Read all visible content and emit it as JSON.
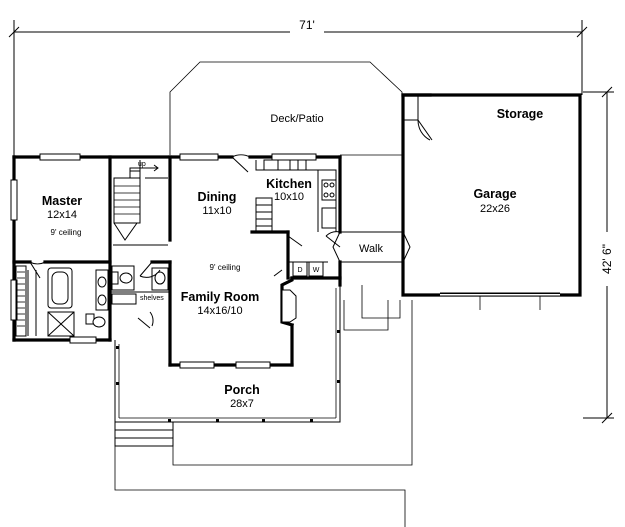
{
  "dimensions": {
    "width": "71'",
    "depth": "42' 6\""
  },
  "rooms": {
    "deck": {
      "name": "Deck/Patio"
    },
    "storage": {
      "name": "Storage"
    },
    "garage": {
      "name": "Garage",
      "size": "22x26"
    },
    "master": {
      "name": "Master",
      "size": "12x14",
      "note": "9' ceiling"
    },
    "dining": {
      "name": "Dining",
      "size": "11x10"
    },
    "kitchen": {
      "name": "Kitchen",
      "size": "10x10"
    },
    "walk": {
      "name": "Walk"
    },
    "family": {
      "name": "Family Room",
      "size": "14x16/10",
      "note": "9' ceiling"
    },
    "porch": {
      "name": "Porch",
      "size": "28x7"
    }
  },
  "annotations": {
    "stairs_up": "up",
    "shelves": "shelves",
    "dryer": "D",
    "washer": "W"
  }
}
